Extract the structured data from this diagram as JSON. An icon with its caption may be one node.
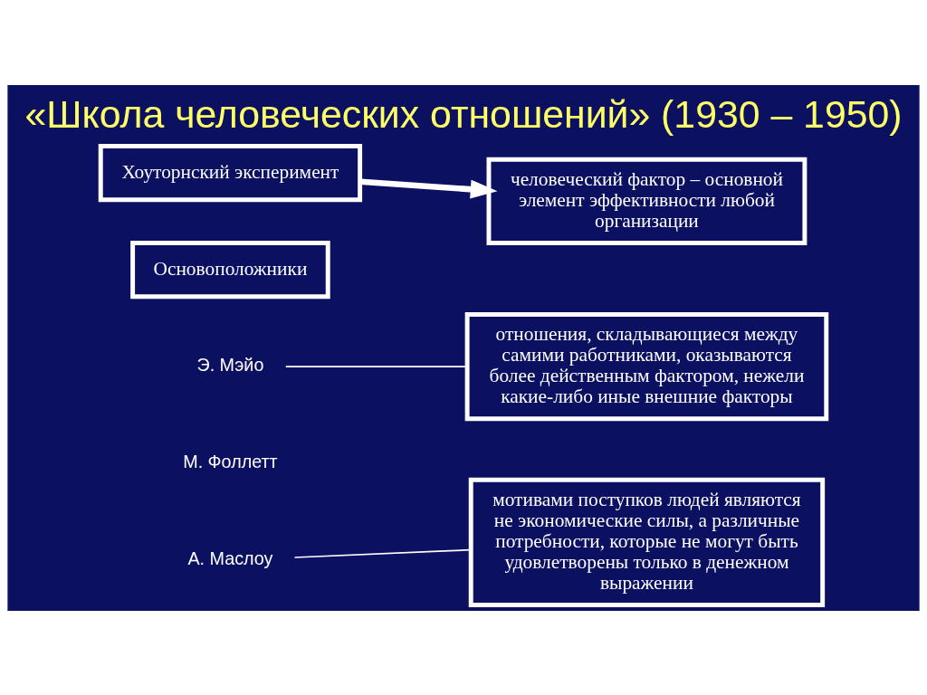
{
  "diagram": {
    "title": "«Школа человеческих отношений» (1930 – 1950)",
    "nodes": [
      {
        "text": [
          "Хоуторнский эксперимент"
        ]
      },
      {
        "text": [
          "человеческий фактор – основной элемент эффективности любой организации"
        ]
      },
      {
        "text": [
          "Основоположники"
        ]
      },
      {
        "text": [
          "Э. Мэйо"
        ]
      },
      {
        "text": [
          "М. Фоллетт"
        ]
      },
      {
        "text": [
          "А. Маслоу"
        ]
      },
      {
        "text": [
          "отношения, складывающиеся между самими работниками, оказываются более действенным фактором, нежели какие-либо иные внешние факторы"
        ]
      },
      {
        "text": [
          "мотивами поступков людей являются не экономические силы, а различные потребности, которые не могут быть удовлетворены только в денежном выражении"
        ]
      }
    ],
    "edges": [
      {
        "from": 0,
        "to": 1,
        "arrow": "to",
        "style": "thick"
      },
      {
        "from": 3,
        "to": 6,
        "arrow": "none"
      },
      {
        "from": 5,
        "to": 7,
        "arrow": "none"
      }
    ]
  }
}
